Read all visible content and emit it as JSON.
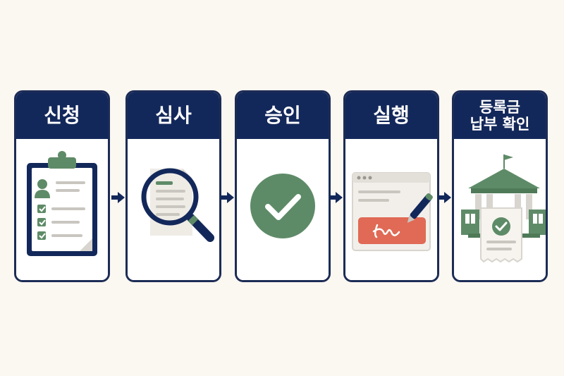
{
  "steps": [
    {
      "label": "신청",
      "icon": "clipboard-checklist-icon"
    },
    {
      "label": "심사",
      "icon": "magnifier-document-icon"
    },
    {
      "label": "승인",
      "icon": "check-circle-icon"
    },
    {
      "label": "실행",
      "icon": "signed-contract-pen-icon"
    },
    {
      "label_line1": "등록금",
      "label_line2": "납부 확인",
      "icon": "university-receipt-icon"
    }
  ],
  "colors": {
    "navy": "#13285a",
    "green": "#5e8b67",
    "red": "#e06a55",
    "cream": "#fbf7f1"
  }
}
